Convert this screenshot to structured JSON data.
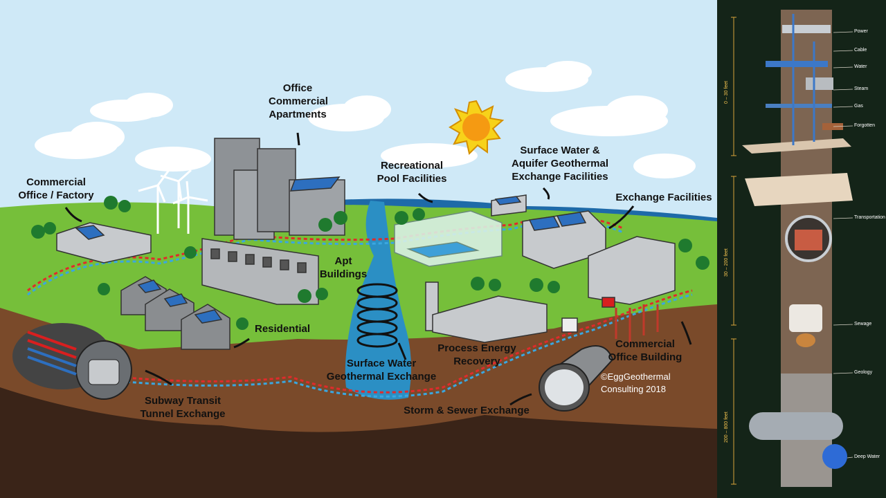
{
  "labels": {
    "office_commercial_apartments": [
      "Office",
      "Commercial",
      "Apartments"
    ],
    "commercial_office_factory": [
      "Commercial",
      "Office / Factory"
    ],
    "recreational_pool": [
      "Recreational",
      "Pool Facilities"
    ],
    "surface_water_aquifer": [
      "Surface Water &",
      "Aquifer Geothermal",
      "Exchange Facilities"
    ],
    "exchange_facilities": [
      "Exchange Facilities"
    ],
    "apt_buildings": [
      "Apt",
      "Buildings"
    ],
    "residential": [
      "Residential"
    ],
    "surface_water_exchange": [
      "Surface Water",
      "Geothermal Exchange"
    ],
    "process_energy_recovery": [
      "Process Energy",
      "Recovery"
    ],
    "commercial_office_building": [
      "Commercial",
      "Office Building"
    ],
    "subway_transit": [
      "Subway Transit",
      "Tunnel Exchange"
    ],
    "storm_sewer": [
      "Storm & Sewer Exchange"
    ]
  },
  "copyright": [
    "©EggGeothermal",
    "Consulting 2018"
  ],
  "utility_column": {
    "layers": [
      "Power",
      "Cable",
      "Water",
      "Steam",
      "Gas",
      "Forgotten",
      "Transportation",
      "Sewage",
      "Geology",
      "Deep Water"
    ],
    "depth_bands": [
      "0 – 30 feet",
      "30 – 200 feet",
      "200 – 800 feet"
    ]
  },
  "colors": {
    "sky": "#cfe9f7",
    "grass": "#76bf3a",
    "soil": "#7a4a2a",
    "water": "#2b8fc4",
    "hot_pipe": "#e02b2b",
    "cold_pipe": "#3aa7e0",
    "panel_bg": "#142418"
  }
}
